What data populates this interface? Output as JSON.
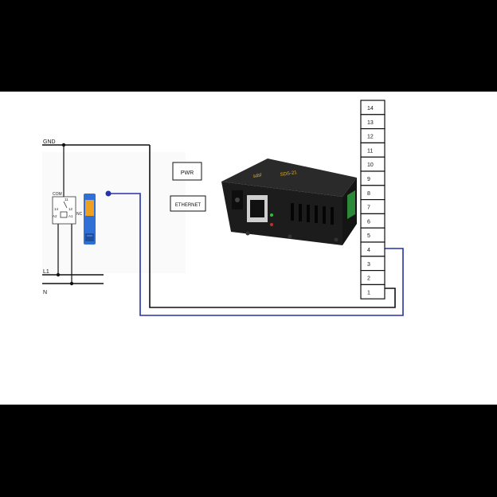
{
  "wiring": {
    "gnd_label": "GND",
    "l1_label": "L1",
    "n_label": "N"
  },
  "relay": {
    "com_label": "COM",
    "nc_label": "NC",
    "pin_11": "11",
    "pin_12": "12",
    "pin_14": "14",
    "pin_a1": "A1",
    "pin_a2": "A2"
  },
  "device": {
    "pwr_label": "PWR",
    "ethernet_label": "ETHERNET",
    "model_text": "SDS-21",
    "brand_text": "sdsl"
  },
  "terminal_block": {
    "pins": [
      "14",
      "13",
      "12",
      "11",
      "10",
      "9",
      "8",
      "7",
      "6",
      "5",
      "4",
      "3",
      "2",
      "1"
    ]
  },
  "colors": {
    "black_wire": "#111111",
    "blue_wire": "#2433a8",
    "device_body": "#1c1c1c",
    "relay_blue": "#2f6fd6",
    "relay_orange": "#f0a020"
  }
}
